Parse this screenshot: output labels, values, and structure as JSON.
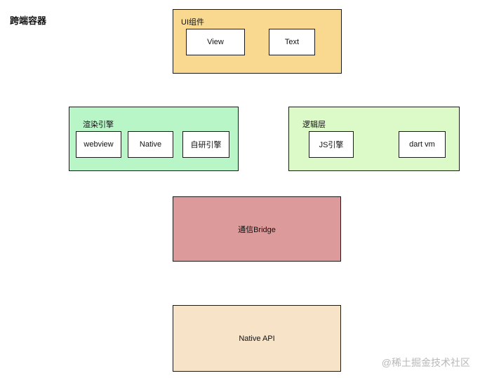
{
  "title": "跨端容器",
  "ui_layer": {
    "label": "UI组件",
    "items": [
      "View",
      "Text"
    ],
    "fill": "#f8d98f"
  },
  "render_engine": {
    "label": "渲染引擎",
    "items": [
      "webview",
      "Native",
      "自研引擎"
    ],
    "fill": "#b8f6c8"
  },
  "logic_layer": {
    "label": "逻辑层",
    "items": [
      "JS引擎",
      "dart vm"
    ],
    "fill": "#dcf9c8"
  },
  "bridge": {
    "label": "通信Bridge",
    "fill": "#dd9a9a"
  },
  "native_api": {
    "label": "Native API",
    "fill": "#f6e3c8"
  },
  "watermark": "@稀土掘金技术社区"
}
